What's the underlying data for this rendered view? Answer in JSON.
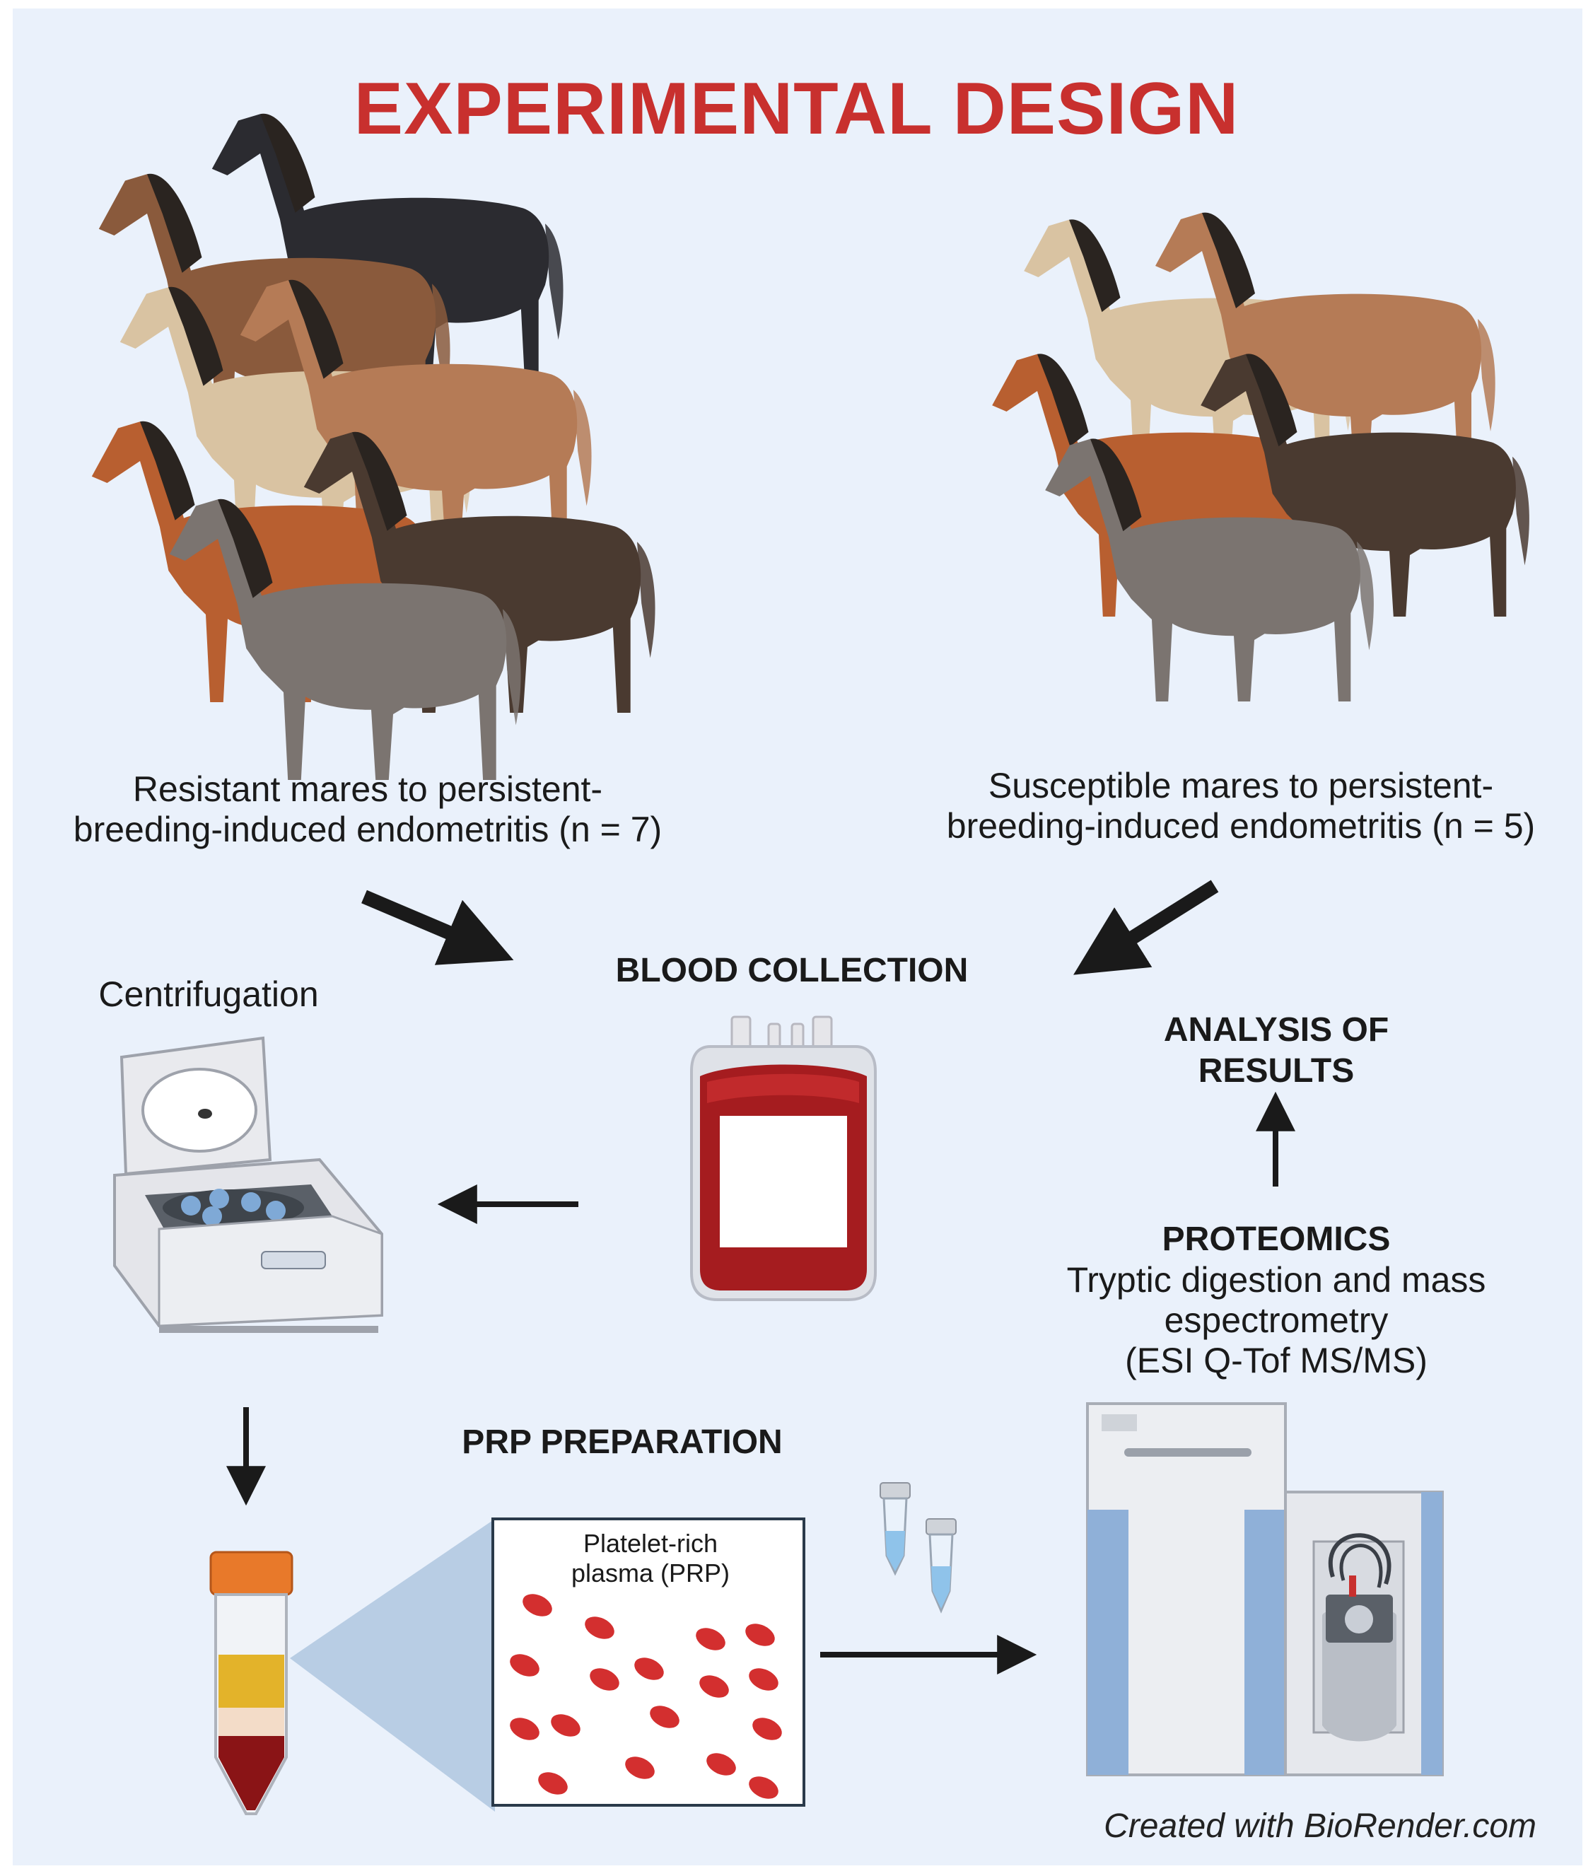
{
  "title": "EXPERIMENTAL DESIGN",
  "groups": {
    "resistant_caption": "Resistant mares to persistent-\nbreeding-induced endometritis (n = 7)",
    "susceptible_caption": "Susceptible mares to persistent-\nbreeding-induced endometritis (n = 5)"
  },
  "steps": {
    "blood_collection": "BLOOD COLLECTION",
    "centrifugation": "Centrifugation",
    "analysis": "ANALYSIS OF\nRESULTS",
    "proteomics_title": "PROTEOMICS",
    "proteomics_detail": "Tryptic digestion and mass\nespectrometry\n(ESI Q-Tof MS/MS)",
    "prp_preparation": "PRP PREPARATION",
    "prp_label": "Platelet-rich\nplasma (PRP)"
  },
  "credit": "Created with BioRender.com",
  "colors": {
    "title": "#c8302e",
    "background": "#eaf1fb",
    "blood": "#a51c1f",
    "platelets": "#d32f2f",
    "plasma": "#e3b32a",
    "tube_cap": "#e8792a",
    "instrument_blue": "#8fb0d8"
  }
}
